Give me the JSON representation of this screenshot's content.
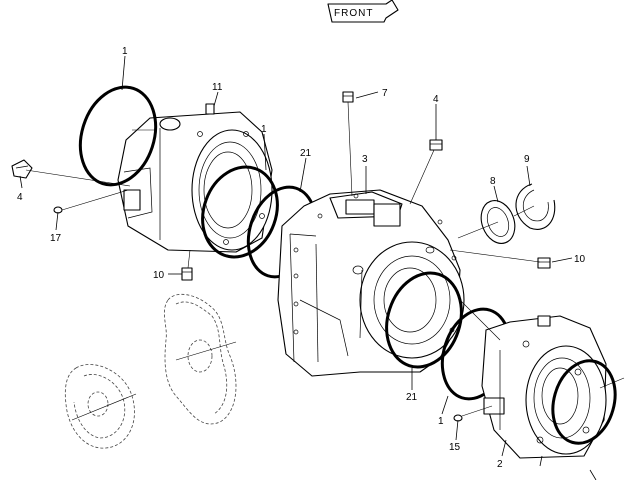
{
  "front_marker": {
    "text": "FRONT"
  },
  "callouts": {
    "c1_top": "1",
    "c11": "11",
    "c1_mid": "1",
    "c21_top": "21",
    "c3": "3",
    "c7": "7",
    "c4_right": "4",
    "c9": "9",
    "c8": "8",
    "c4_left": "4",
    "c17": "17",
    "c10_left": "10",
    "c10_right": "10",
    "c21_bottom": "21",
    "c1_bottom": "1",
    "c15": "15",
    "c2": "2"
  }
}
